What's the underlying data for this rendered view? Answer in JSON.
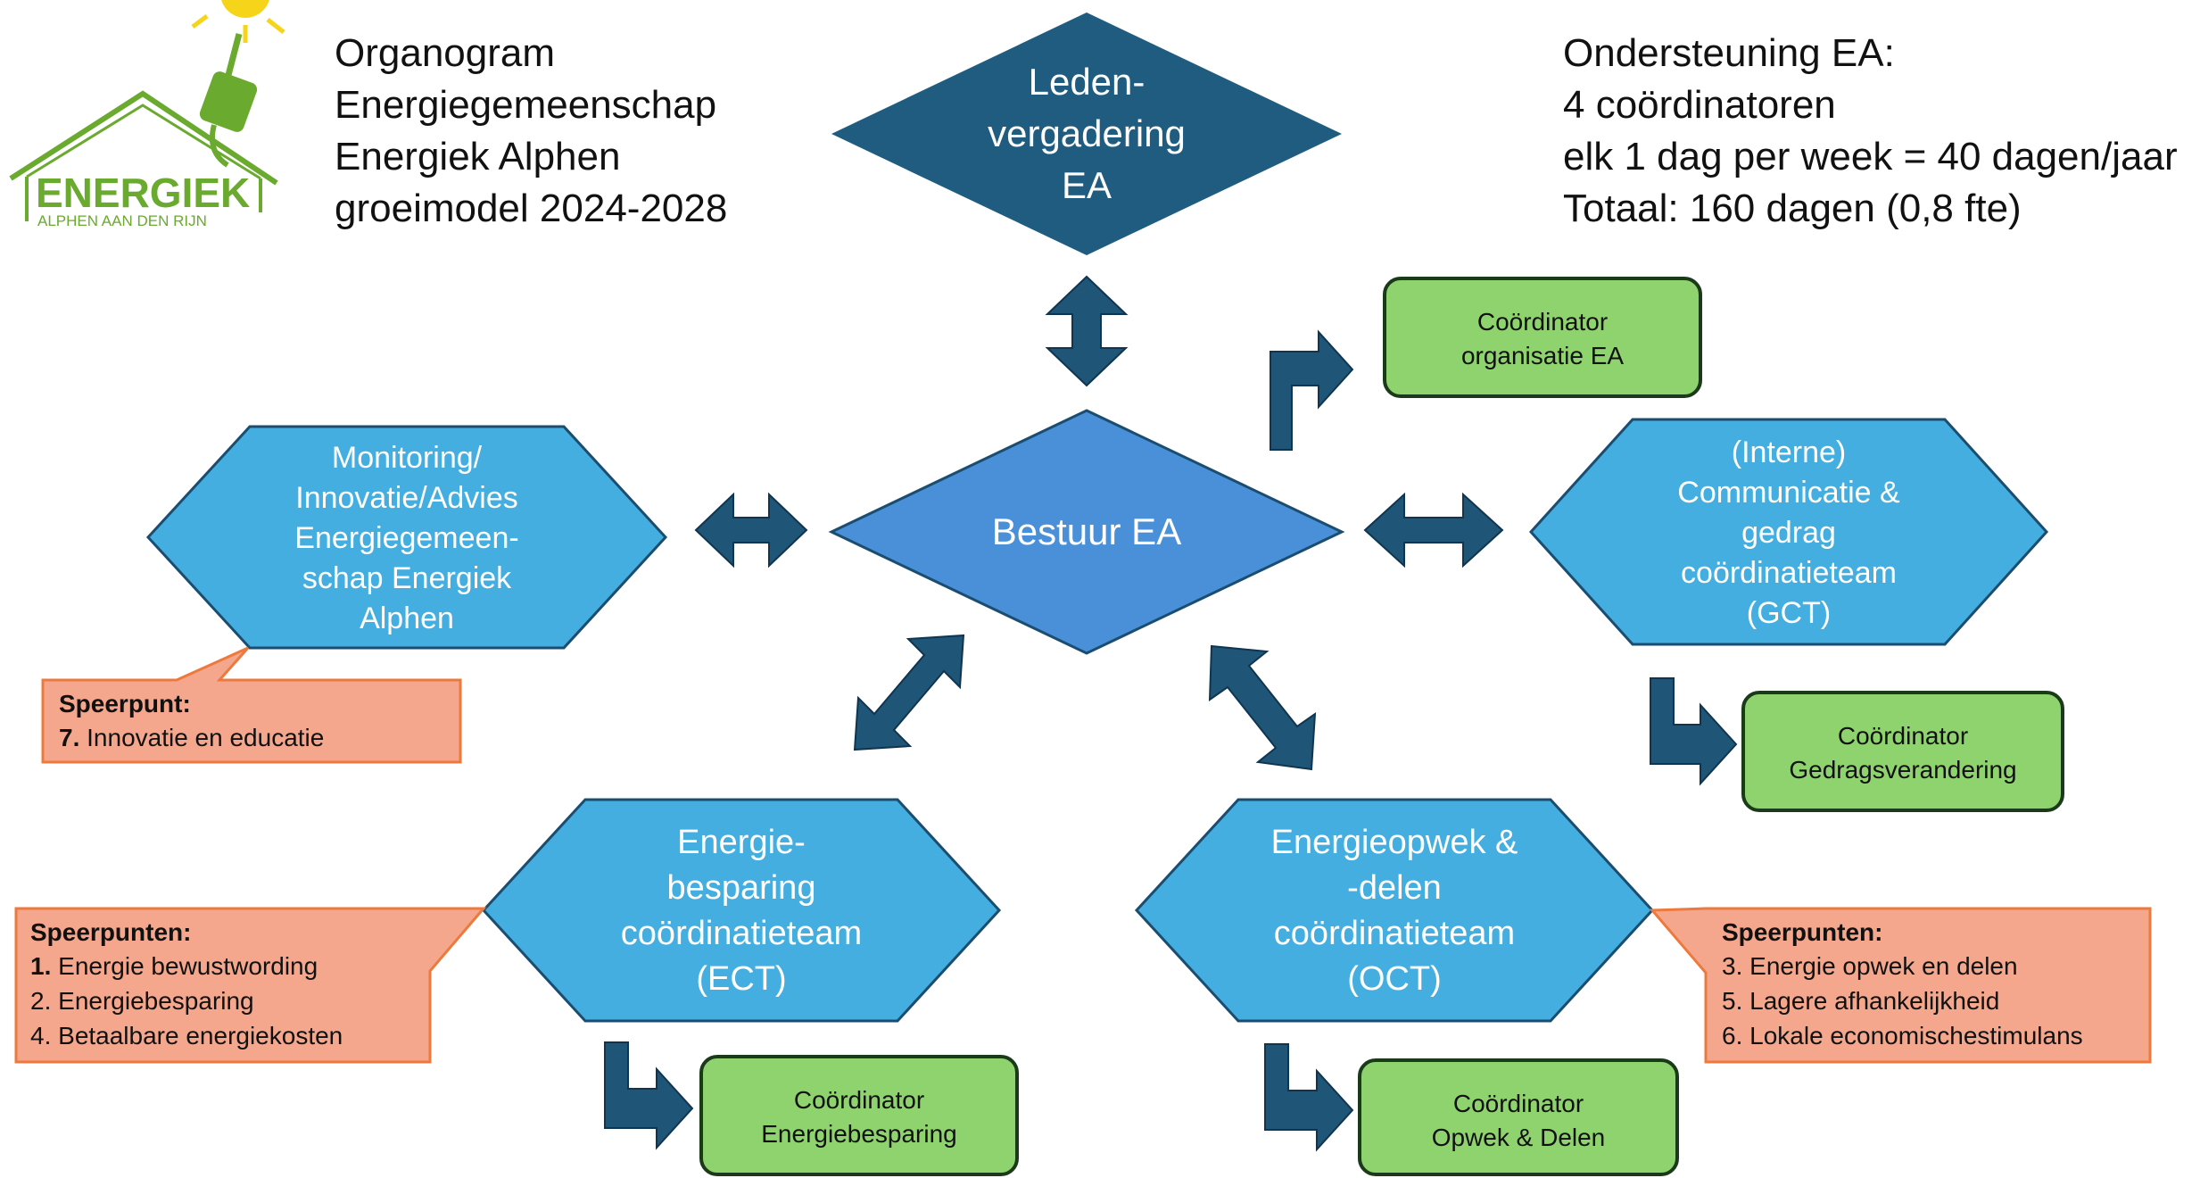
{
  "header": {
    "title_lines": [
      "Organogram",
      "Energiegemeenschap",
      "Energiek Alphen",
      "groeimodel 2024-2028"
    ],
    "support_lines": [
      "Ondersteuning EA:",
      "4 coördinatoren",
      "elk 1 dag per week = 40 dagen/jaar",
      "Totaal: 160 dagen (0,8 fte)"
    ]
  },
  "logo": {
    "brand": "ENERGIEK",
    "sub": "ALPHEN AAN DEN RIJN"
  },
  "nodes": {
    "ledenvergadering": [
      "Leden-",
      "vergadering",
      "EA"
    ],
    "bestuur": [
      "Bestuur EA"
    ],
    "monitoring": [
      "Monitoring/",
      "Innovatie/Advies",
      "Energiegemeen-",
      "schap Energiek",
      "Alphen"
    ],
    "communicatie": [
      "(Interne)",
      "Communicatie &",
      "gedrag",
      "coördinatieteam",
      "(GCT)"
    ],
    "besparing": [
      "Energie-",
      "besparing",
      "coördinatieteam",
      "(ECT)"
    ],
    "opwek": [
      "Energieopwek &",
      "-delen",
      "coördinatieteam",
      "(OCT)"
    ]
  },
  "coordinators": {
    "organisatie": [
      "Coördinator",
      "organisatie EA"
    ],
    "gedrag": [
      "Coördinator",
      "Gedragsverandering"
    ],
    "besparing": [
      "Coördinator",
      "Energiebesparing"
    ],
    "opwek": [
      "Coördinator",
      "Opwek & Delen"
    ]
  },
  "callouts": {
    "innovatie": {
      "heading": "Speerpunt:",
      "items": [
        {
          "num": "7.",
          "text": " Innovatie en educatie",
          "bold_num": true
        }
      ]
    },
    "besparing": {
      "heading": "Speerpunten:",
      "items": [
        {
          "num": "1.",
          "text": " Energie bewustwording",
          "bold_num": true
        },
        {
          "num": "2.",
          "text": " Energiebesparing",
          "bold_num": false
        },
        {
          "num": "4.",
          "text": " Betaalbare energiekosten",
          "bold_num": false
        }
      ]
    },
    "opwek": {
      "heading": "Speerpunten:",
      "items": [
        {
          "num": "3.",
          "text": " Energie opwek en delen",
          "bold_num": false
        },
        {
          "num": "5.",
          "text": " Lagere afhankelijkheid",
          "bold_num": false
        },
        {
          "num": "6.",
          "text": " Lokale economischestimulans",
          "bold_num": false
        }
      ]
    }
  },
  "colors": {
    "diamond_dark": "#1f5c80",
    "diamond_light": "#4a90d9",
    "hexagon": "#45aee0",
    "hex_border": "#1b4d70",
    "arrow": "#1f5577",
    "green_fill": "#8fd36f",
    "callout_fill": "#f4a78c",
    "callout_border": "#ed7a3c"
  }
}
